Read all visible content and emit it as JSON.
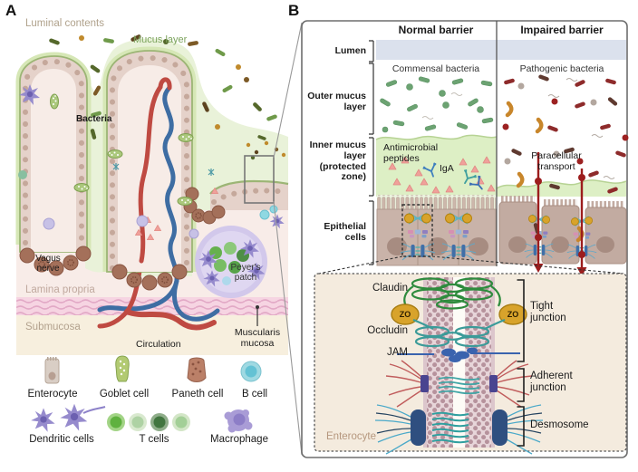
{
  "figure": {
    "panel_a_label": "A",
    "panel_b_label": "B"
  },
  "panel_a": {
    "labels": {
      "luminal_contents": "Luminal contents",
      "mucus_layer": "Mucus layer",
      "bacteria": "Bacteria",
      "vagus_nerve": "Vagus nerve",
      "peyers_patch": "Peyer's patch",
      "lamina_propria": "Lamina propria",
      "submucosa": "Submucosa",
      "circulation": "Circulation",
      "muscularis_mucosa": "Muscularis mucosa"
    },
    "legend": {
      "enterocyte": "Enterocyte",
      "goblet_cell": "Goblet cell",
      "paneth_cell": "Paneth cell",
      "b_cell": "B cell",
      "dendritic_cells": "Dendritic cells",
      "t_cells": "T cells",
      "macrophage": "Macrophage"
    }
  },
  "panel_b": {
    "column_headers": {
      "normal": "Normal barrier",
      "impaired": "Impaired barrier"
    },
    "row_labels": {
      "lumen": "Lumen",
      "outer_mucus": "Outer mucus layer",
      "inner_mucus": "Inner mucus layer (protected zone)",
      "epithelial_cells": "Epithelial cells"
    },
    "normal": {
      "bacteria_label": "Commensal bacteria",
      "antimicrobial_peptides": "Antimicrobial peptides",
      "iga": "IgA"
    },
    "impaired": {
      "bacteria_label": "Pathogenic bacteria",
      "paracellular_transport": "Paracellular transport"
    },
    "inset": {
      "claudin": "Claudin",
      "zo_left": "ZO",
      "zo_right": "ZO",
      "occludin": "Occludin",
      "jam": "JAM",
      "tight_junction": "Tight junction",
      "adherent_junction": "Adherent junction",
      "desmosome": "Desmosome",
      "enterocyte": "Enterocyte"
    }
  },
  "colors": {
    "mucus_green": "#e9f2d9",
    "lumen_band": "#dbe1ed",
    "accent_red": "#9c1d1d",
    "zo_gold": "#d8a32b",
    "claudin_green": "#2e8b3d",
    "occludin_teal": "#3b9b99",
    "jam_blue": "#3a63ae",
    "artery_red": "#bf4a42",
    "vein_blue": "#3e6da3"
  }
}
